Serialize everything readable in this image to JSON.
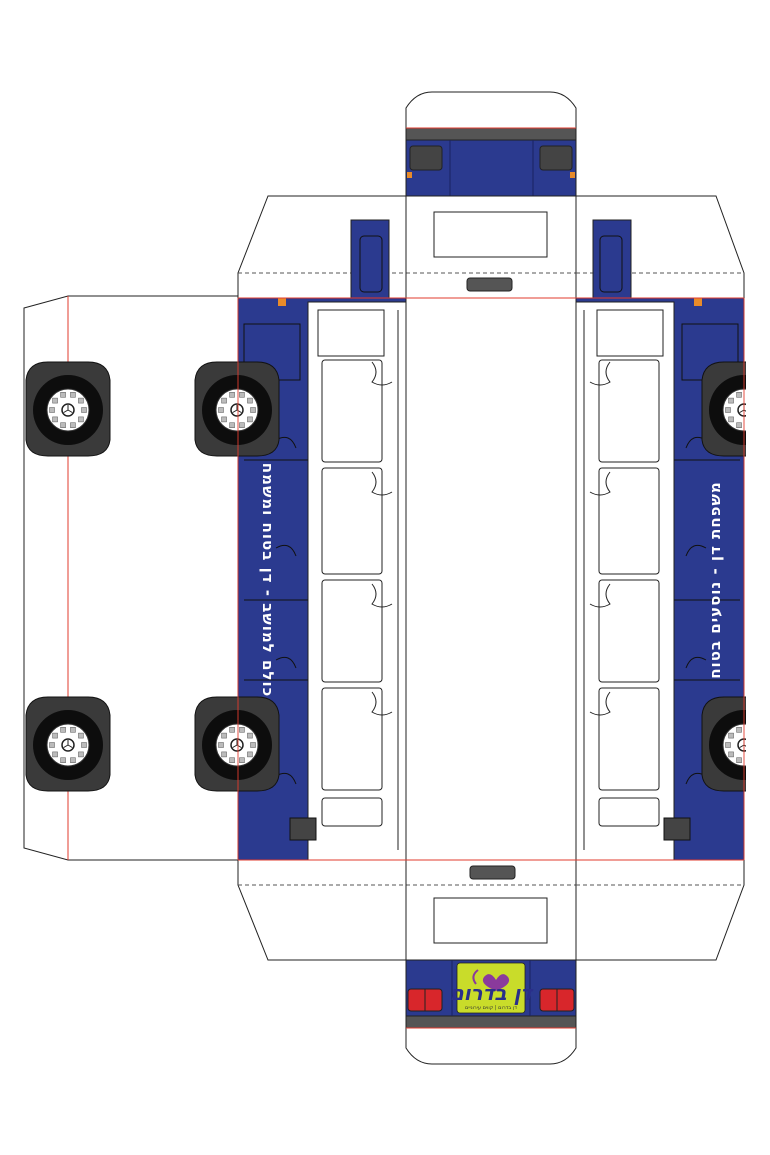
{
  "sheet": {
    "title": "",
    "left_side_slogan": "כולם למושב - דן בטוח ומשמח",
    "right_side_slogan": "משפחת דן - נוסעים בטוח",
    "logo_text": "דן בדרום",
    "logo_subtext": "דן בדרום | קווים עירוניים"
  },
  "colors": {
    "bus_body": "#2b3a8f",
    "cut_line": "#e23b2e",
    "outline": "#222222",
    "fold_line": "#555555",
    "rear_light": "#d8262b",
    "logo_bg": "#c9dc2a",
    "logo_heart": "#8a3a9c"
  }
}
